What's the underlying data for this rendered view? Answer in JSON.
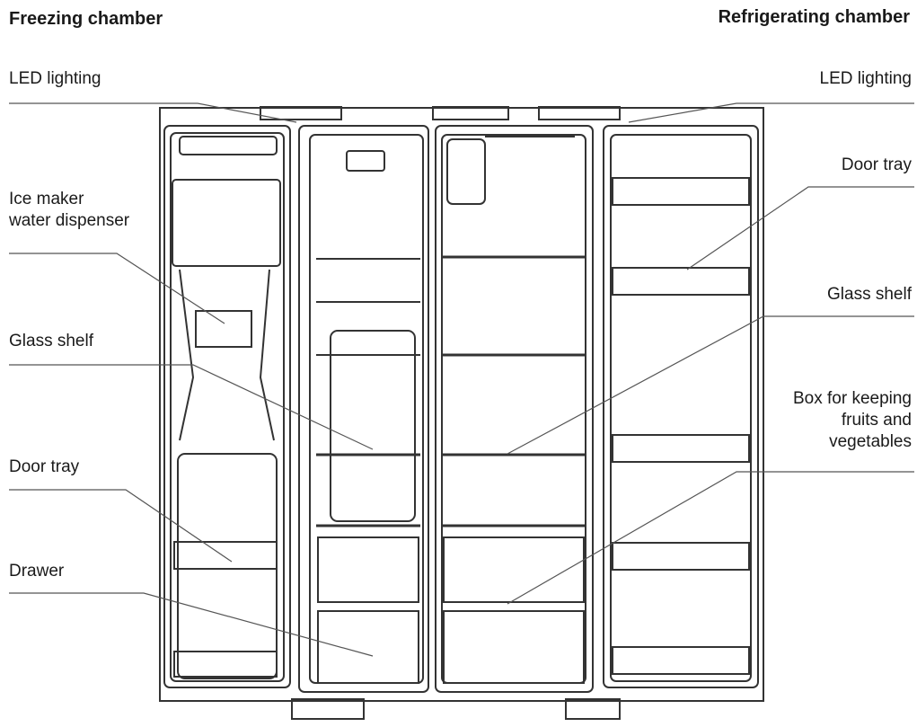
{
  "headers": {
    "left": "Freezing chamber",
    "right": "Refrigerating chamber"
  },
  "labels_left": {
    "led": "LED lighting",
    "ice": "Ice maker\nwater dispenser",
    "glass": "Glass shelf",
    "door_tray": "Door tray",
    "drawer": "Drawer"
  },
  "labels_right": {
    "led": "LED lighting",
    "door_tray": "Door tray",
    "glass": "Glass shelf",
    "box": "Box for keeping\nfruits and\nvegetables"
  }
}
